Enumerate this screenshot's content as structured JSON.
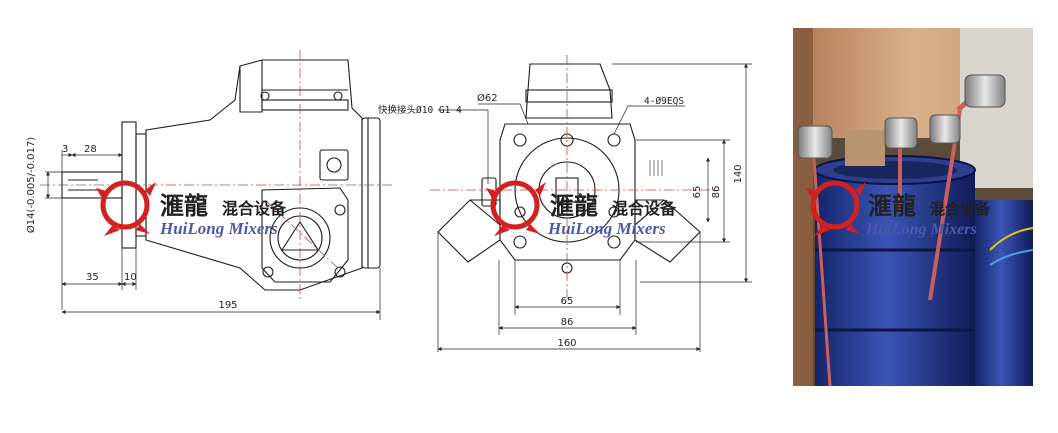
{
  "colors": {
    "line": "#1c1c1c",
    "center_line": "#d84040",
    "logo_red": "#d42020",
    "logo_blue": "#4a5aa8"
  },
  "side_view": {
    "dims": {
      "shaft_tol": "Ø14(-0.005/-0.017)",
      "key_left": "3",
      "key_len": "28",
      "shaft_len": "35",
      "flange": "10",
      "total": "195"
    }
  },
  "front_view": {
    "labels": {
      "quick_connector": "快换接头Ø10 G1 4",
      "bolt_circle": "Ø62",
      "holes": "4-Ø9EQS"
    },
    "dims": {
      "inner_width": "65",
      "mid_width": "86",
      "total_width": "160",
      "height_inner": "65",
      "height_mid": "86",
      "total_height": "140"
    }
  },
  "watermark": {
    "cn_brand": "滙龍",
    "cn_sub": "混合设备",
    "en": "HuiLong Mixers"
  },
  "photo": {
    "icon": "mixer-on-drum-photo"
  }
}
